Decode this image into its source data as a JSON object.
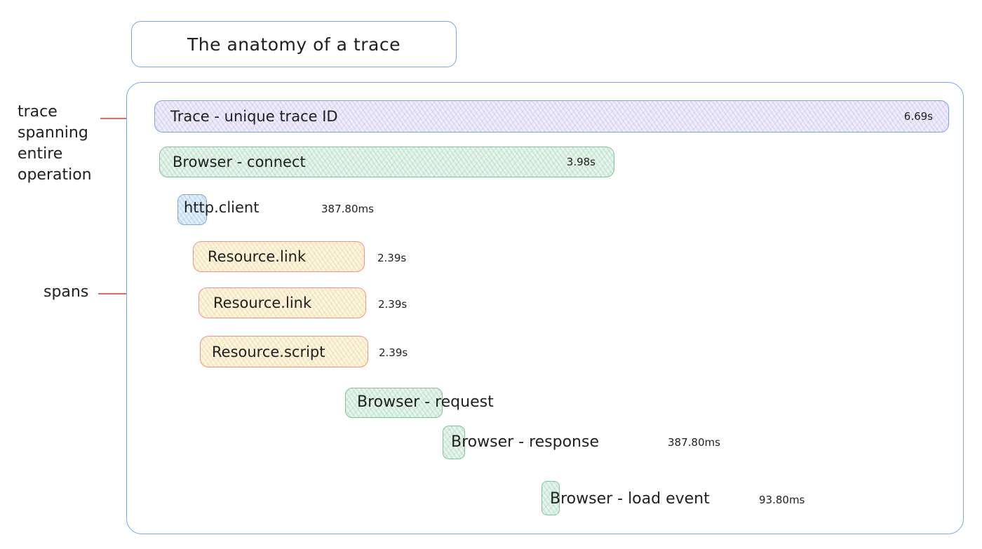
{
  "title": "The anatomy of a trace",
  "callouts": {
    "trace_label": "trace spanning entire operation",
    "spans_label": "spans"
  },
  "rows": [
    {
      "label": "Trace - unique trace ID",
      "duration": "6.69s",
      "kind": "trace-purple"
    },
    {
      "label": "Browser - connect",
      "duration": "3.98s",
      "kind": "browser-green"
    },
    {
      "label": "http.client",
      "duration": "387.80ms",
      "kind": "http-blue"
    },
    {
      "label": "Resource.link",
      "duration": "2.39s",
      "kind": "resource-yellow"
    },
    {
      "label": "Resource.link",
      "duration": "2.39s",
      "kind": "resource-yellow"
    },
    {
      "label": "Resource.script",
      "duration": "2.39s",
      "kind": "resource-yellow"
    },
    {
      "label": "Browser - request",
      "duration": "",
      "kind": "browser-green"
    },
    {
      "label": "Browser - response",
      "duration": "387.80ms",
      "kind": "browser-green"
    },
    {
      "label": "Browser - load event",
      "duration": "93.80ms",
      "kind": "browser-green"
    }
  ],
  "colors": {
    "outline_blue": "#79a7dc",
    "green_border": "#7fc39a",
    "yellow_border": "#f0928a",
    "purple_fill": "#efecfa",
    "green_fill": "#e6f4ec",
    "blue_fill": "#e2effb",
    "yellow_fill": "#fdf6de",
    "callout_red": "#e06a66",
    "text": "#1f1f1f"
  }
}
